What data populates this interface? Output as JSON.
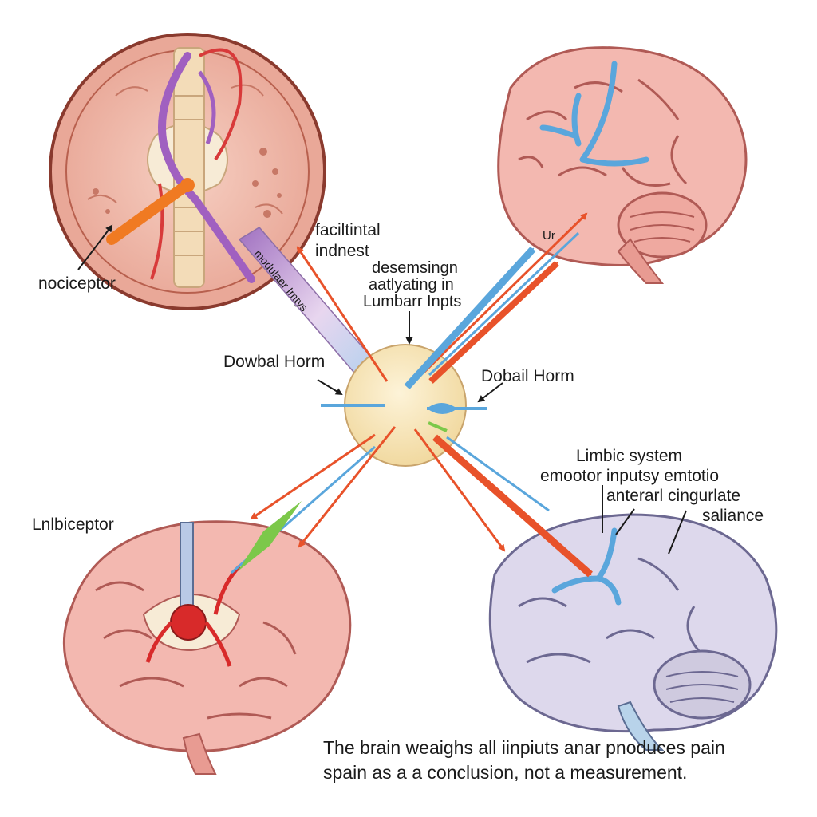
{
  "labels": {
    "nociceptor": "nociceptor",
    "facilitation_1": "faciltintal",
    "facilitation_2": "indnest",
    "descending_1": "desemsingn",
    "descending_2": "aatlyating in",
    "descending_3": "Lumbarr Inpts",
    "tract_text": "modulaer Imtys",
    "up_label": "Ur",
    "dorsal_horn_left": "Dowbal Horm",
    "dorsal_horn_right": "Dobail Horm",
    "limbic_1": "Limbic system",
    "limbic_2": "emootor inputsy emtotio",
    "limbic_3": "anterarl cingurlate",
    "limbic_4": "saliance",
    "lower_left": "Lnlbiceptor"
  },
  "caption": {
    "line1": "The brain weaighs all iinpiuts anar pnoduces pain",
    "line2": "spain as a a conclusion, not a measurement."
  },
  "colors": {
    "hub": "#f8e6b8",
    "ascending": "#e8522a",
    "modulation": "#5aa6dc",
    "limbic_input": "#7cc84a",
    "brain_pink": "#f3b8b0",
    "brain_lilac": "#ddd8ec",
    "nociceptor_fiber": "#f07a22",
    "dorsal_root": "#a060c0",
    "thalamus": "#d82a2a"
  }
}
